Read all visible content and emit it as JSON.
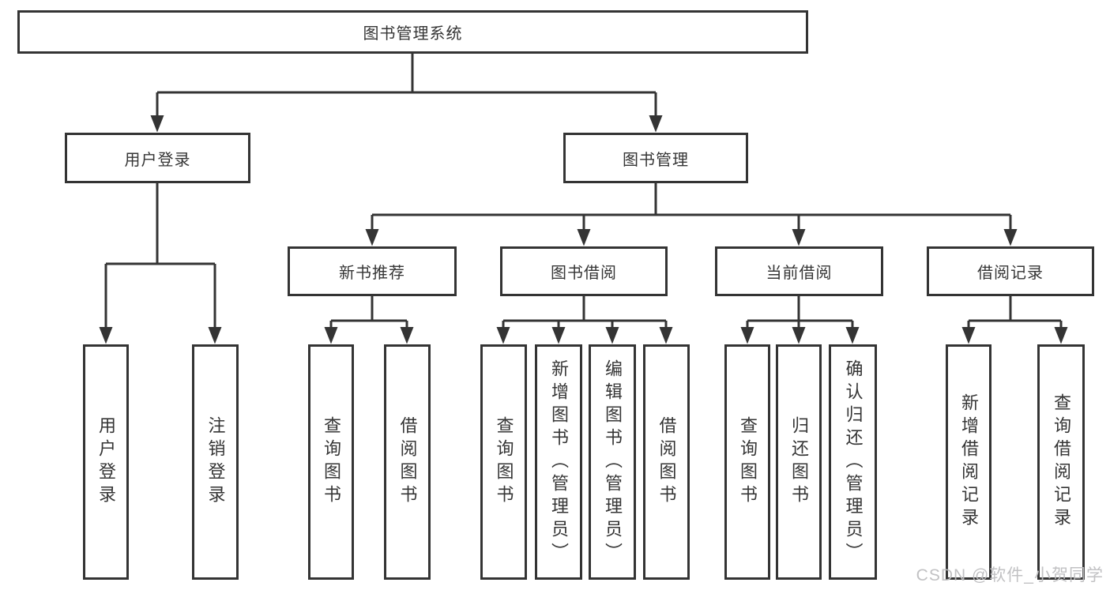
{
  "diagram": {
    "title": "图书管理系统",
    "root": {
      "label": "图书管理系统"
    },
    "branches": [
      {
        "label": "用户登录",
        "children": [
          {
            "label": "用户登录"
          },
          {
            "label": "注销登录"
          }
        ]
      },
      {
        "label": "图书管理",
        "children": [
          {
            "label": "新书推荐",
            "children": [
              {
                "label": "查询图书"
              },
              {
                "label": "借阅图书"
              }
            ]
          },
          {
            "label": "图书借阅",
            "children": [
              {
                "label": "查询图书"
              },
              {
                "label": "新增图书（管理员）"
              },
              {
                "label": "编辑图书（管理员）"
              },
              {
                "label": "借阅图书"
              }
            ]
          },
          {
            "label": "当前借阅",
            "children": [
              {
                "label": "查询图书"
              },
              {
                "label": "归还图书"
              },
              {
                "label": "确认归还（管理员）"
              }
            ]
          },
          {
            "label": "借阅记录",
            "children": [
              {
                "label": "新增借阅记录"
              },
              {
                "label": "查询借阅记录"
              }
            ]
          }
        ]
      }
    ]
  },
  "watermark": "CSDN @软件_小贺同学",
  "colors": {
    "line": "#343434",
    "box_border": "#343434",
    "text": "#353535",
    "background": "#ffffff",
    "watermark": "#bebec0"
  }
}
